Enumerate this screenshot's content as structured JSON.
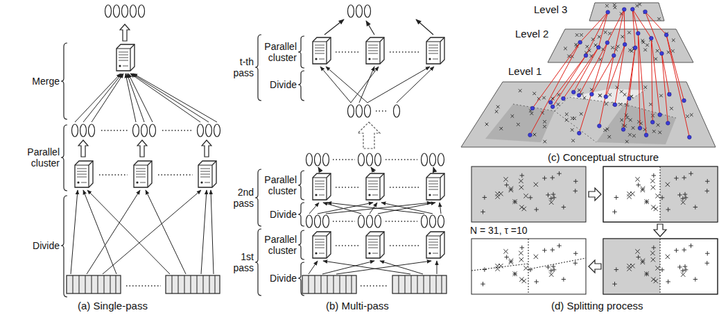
{
  "diagram": {
    "labels": [
      "Merge",
      "Parallel cluster",
      "Divide",
      "(a) Single-pass",
      "t-th pass",
      "Parallel cluster",
      "Divide",
      "2nd pass",
      "Parallel cluster",
      "Divide",
      "1st pass",
      "Parallel cluster",
      "Divide",
      "(b) Multi-pass",
      "Level 3",
      "Level 2",
      "Level 1",
      "(c) Conceptual structure",
      "N = 31, τ =10",
      "(d) Splitting process"
    ]
  }
}
